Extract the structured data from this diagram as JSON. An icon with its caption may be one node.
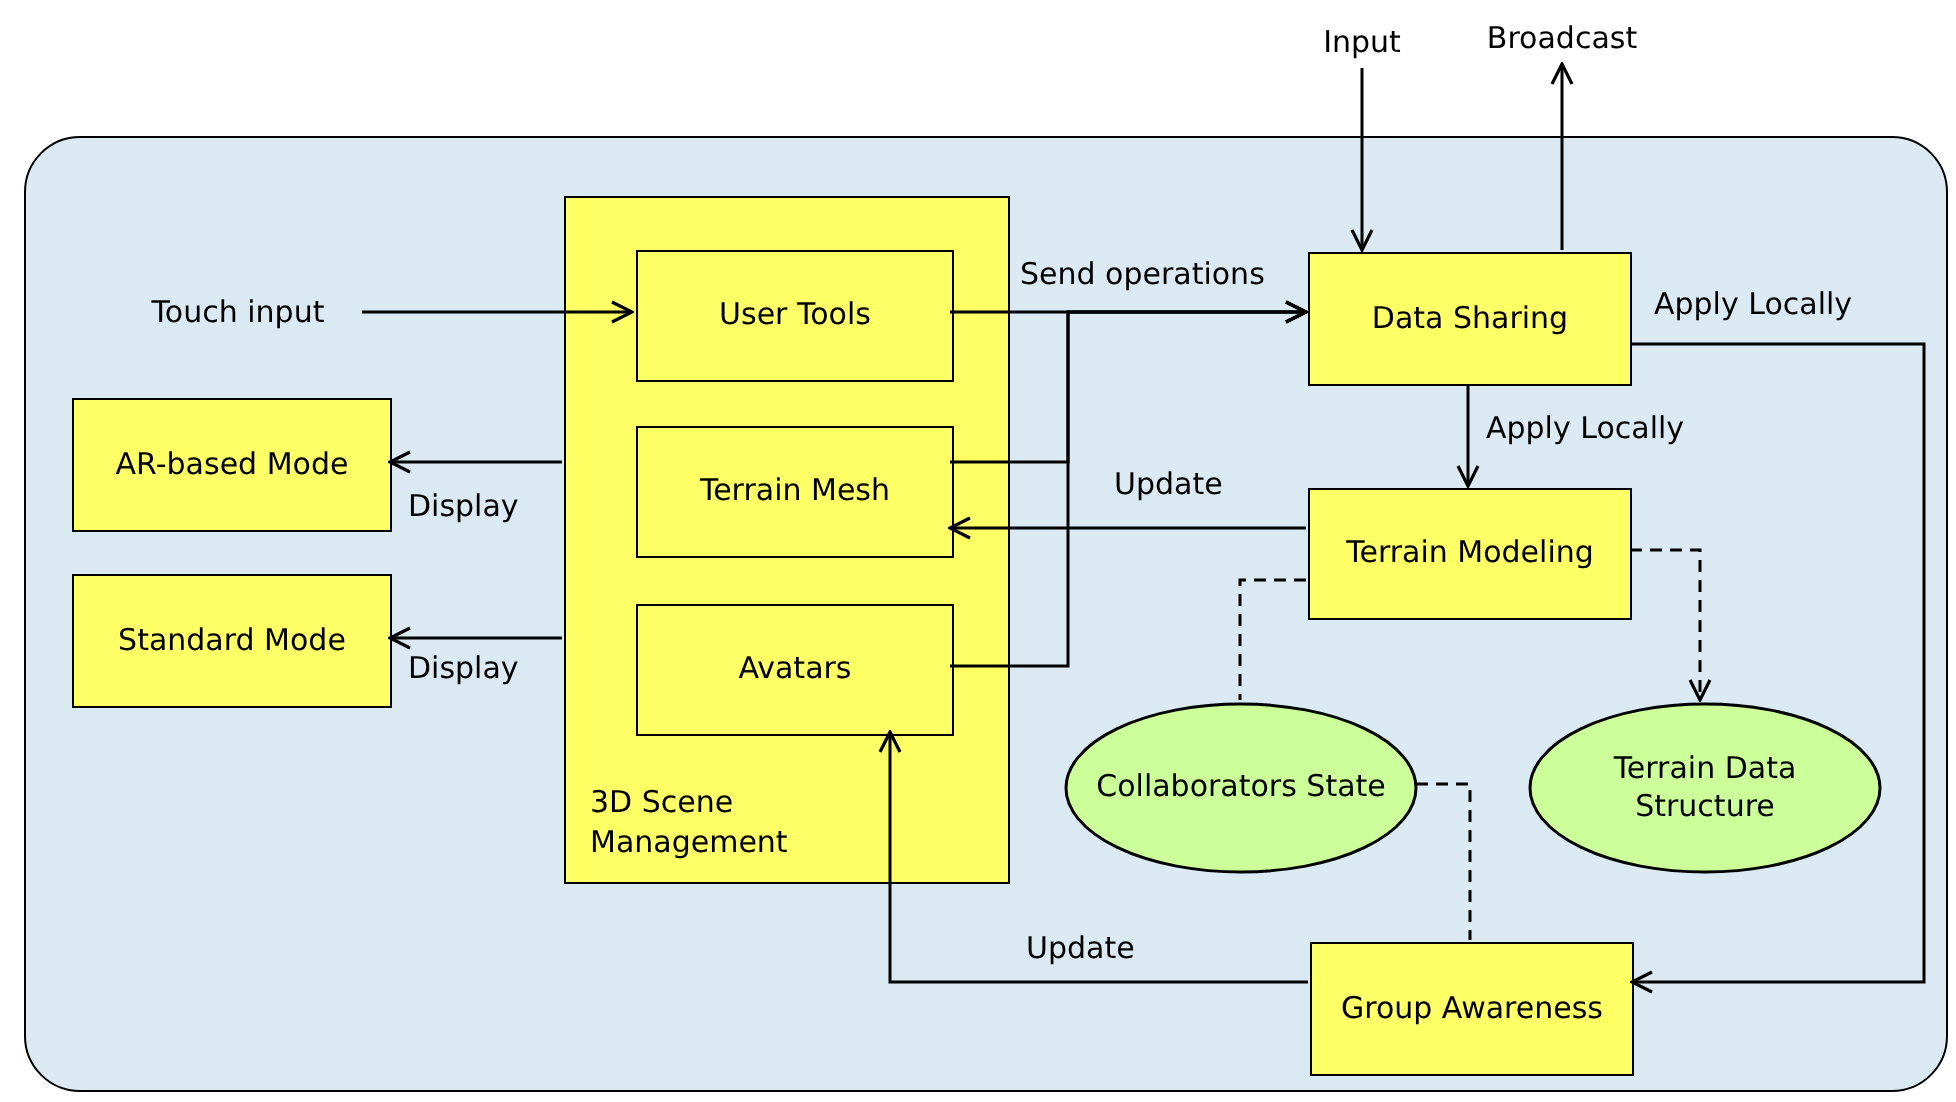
{
  "diagram": {
    "nodes": [
      {
        "text": [],
        "shape": "box"
      },
      {
        "text": [
          "Touch input"
        ],
        "in": 0
      },
      {
        "text": [
          "3D Scene Management"
        ],
        "in": 0
      },
      {
        "text": [
          "User Tools"
        ],
        "in": 2
      },
      {
        "text": [
          "Terrain Mesh"
        ],
        "in": 2
      },
      {
        "text": [
          "Avatars"
        ],
        "in": 2
      },
      {
        "text": [
          "AR-based Mode"
        ],
        "in": 0
      },
      {
        "text": [
          "Standard Mode"
        ],
        "in": 0
      },
      {
        "text": [
          "Input"
        ]
      },
      {
        "text": [
          "Broadcast"
        ]
      },
      {
        "text": [
          "Data Sharing"
        ],
        "in": 0
      },
      {
        "text": [
          "Terrain Modeling"
        ],
        "in": 0
      },
      {
        "text": [
          "Collaborators State"
        ],
        "in": 0
      },
      {
        "text": [
          "Terrain Data Structure"
        ],
        "in": 0
      },
      {
        "text": [
          "Group Awareness"
        ],
        "in": 0
      }
    ],
    "edges": [
      {
        "from": 1,
        "to": 3,
        "arrow": "to"
      },
      {
        "from": 3,
        "to": 10,
        "arrow": "to",
        "label": "Send operations"
      },
      {
        "from": 4,
        "to": 10,
        "arrow": "to"
      },
      {
        "from": 5,
        "to": 10,
        "arrow": "to"
      },
      {
        "from": 8,
        "to": 10,
        "arrow": "to"
      },
      {
        "from": 10,
        "to": 9,
        "arrow": "to"
      },
      {
        "from": 10,
        "to": 11,
        "arrow": "to",
        "label": "Apply Locally"
      },
      {
        "from": 10,
        "to": 14,
        "arrow": "to",
        "label": "Apply Locally"
      },
      {
        "from": 11,
        "to": 4,
        "arrow": "to",
        "label": "Update"
      },
      {
        "from": 11,
        "to": 12,
        "arrow": "none",
        "style": "dashed"
      },
      {
        "from": 11,
        "to": 13,
        "arrow": "to",
        "style": "dashed"
      },
      {
        "from": 12,
        "to": 14,
        "arrow": "none",
        "style": "dashed"
      },
      {
        "from": 14,
        "to": 5,
        "arrow": "to",
        "label": "Update"
      },
      {
        "from": 2,
        "to": 6,
        "arrow": "to",
        "label": "Display"
      },
      {
        "from": 2,
        "to": 7,
        "arrow": "to",
        "label": "Display"
      }
    ]
  }
}
